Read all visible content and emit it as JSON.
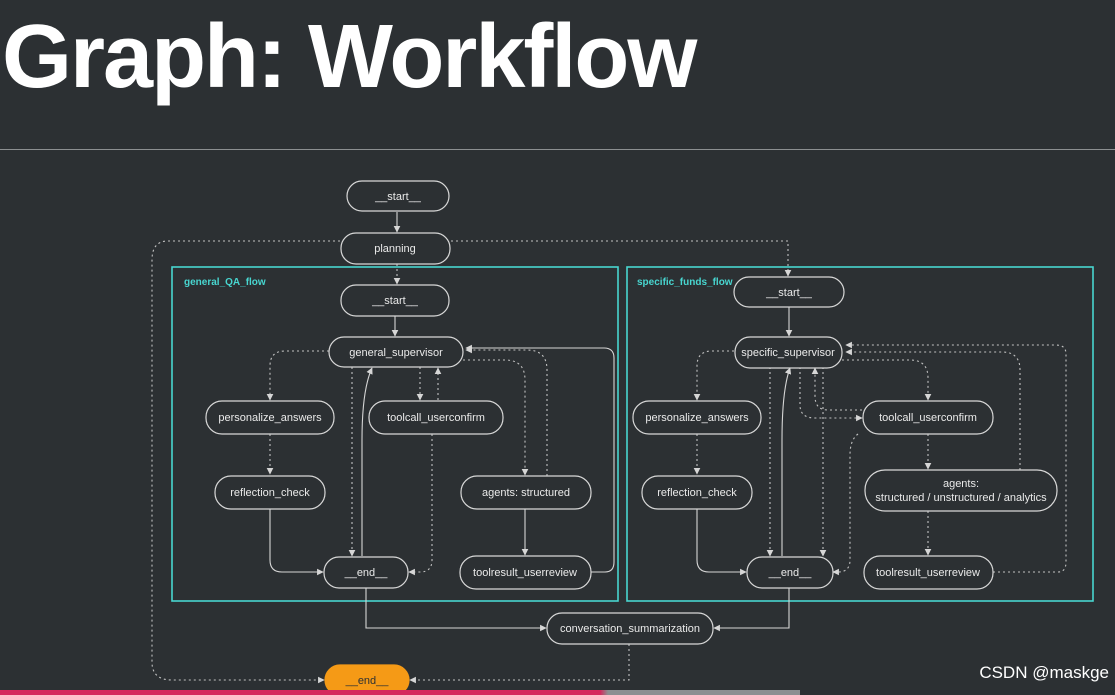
{
  "title": "Graph: Workflow",
  "watermark": "CSDN @maskge",
  "subgraphs": {
    "general": {
      "label": "general_QA_flow"
    },
    "specific": {
      "label": "specific_funds_flow"
    }
  },
  "nodes": {
    "start": "__start__",
    "planning": "planning",
    "g_start": "__start__",
    "g_supervisor": "general_supervisor",
    "g_personalize": "personalize_answers",
    "g_toolcall": "toolcall_userconfirm",
    "g_reflection": "reflection_check",
    "g_agents": "agents: structured",
    "g_end": "__end__",
    "g_toolresult": "toolresult_userreview",
    "s_start": "__start__",
    "s_supervisor": "specific_supervisor",
    "s_personalize": "personalize_answers",
    "s_toolcall": "toolcall_userconfirm",
    "s_reflection": "reflection_check",
    "s_agents_1": "agents:",
    "s_agents_2": "structured / unstructured / analytics",
    "s_end": "__end__",
    "s_toolresult": "toolresult_userreview",
    "summarization": "conversation_summarization",
    "end": "__end__"
  },
  "colors": {
    "background": "#2c3033",
    "subgraph": "#48d6d0",
    "end_node": "#f59a16",
    "edge": "#d6d6d6"
  }
}
